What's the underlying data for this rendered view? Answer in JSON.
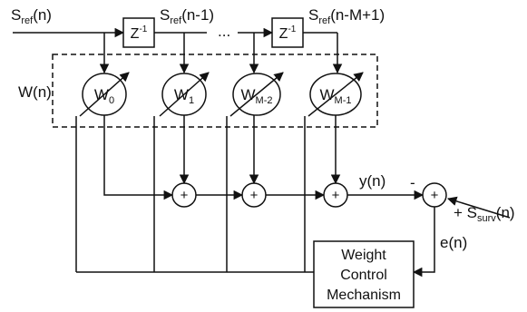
{
  "labels": {
    "s_ref_in": {
      "main": "S",
      "sub": "ref",
      "rest": "(n)"
    },
    "s_ref_delay1": {
      "main": "S",
      "sub": "ref",
      "rest": "(n-1)"
    },
    "s_ref_delayM": {
      "main": "S",
      "sub": "ref",
      "rest": "(n-M+1)"
    },
    "dots": "...",
    "w_n": "W(n)",
    "y_n": "y(n)",
    "minus": "-",
    "s_surv": {
      "prefix": "+ S",
      "sub": "surv",
      "rest": "(n)"
    },
    "e_n": "e(n)",
    "plus": "+"
  },
  "delays": [
    {
      "main": "Z",
      "sup": "-1"
    },
    {
      "main": "Z",
      "sup": "-1"
    }
  ],
  "weights": [
    {
      "main": "W",
      "sub": "0"
    },
    {
      "main": "W",
      "sub": "1"
    },
    {
      "main": "W",
      "sub": "M-2"
    },
    {
      "main": "W",
      "sub": "M-1"
    }
  ],
  "control_block": {
    "lines": [
      "Weight",
      "Control",
      "Mechanism"
    ]
  }
}
